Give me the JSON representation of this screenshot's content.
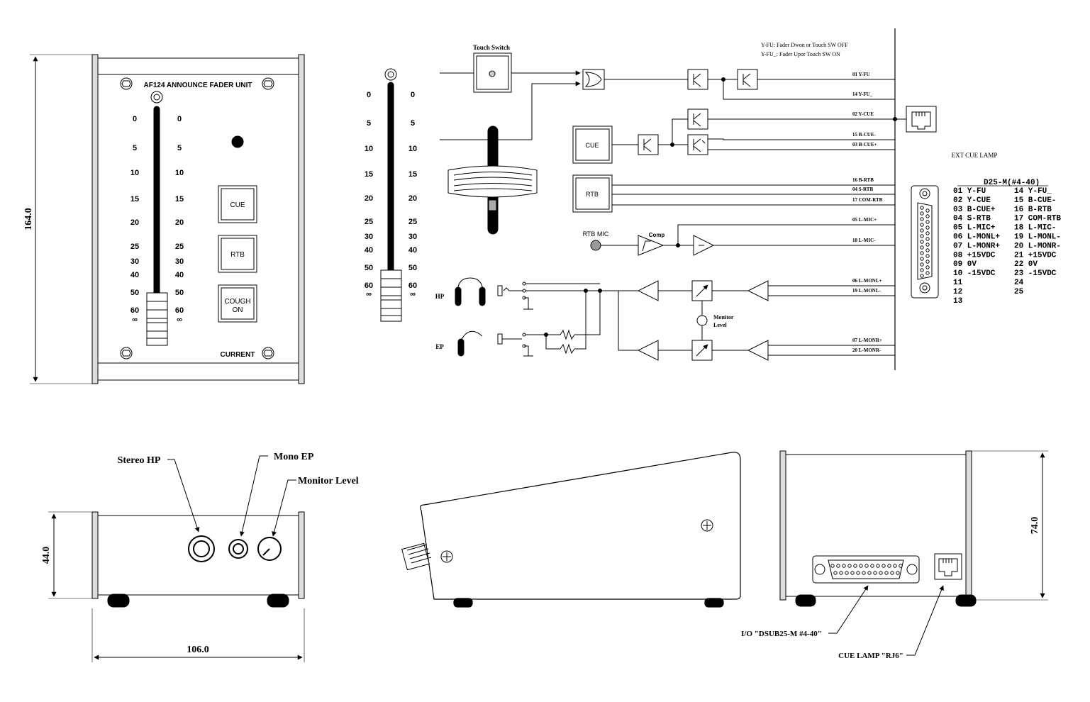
{
  "front_panel": {
    "title": "AF124 ANNOUNCE FADER UNIT",
    "scale_left": [
      "0",
      "5",
      "10",
      "15",
      "20",
      "25",
      "30",
      "40",
      "50",
      "60",
      "∞"
    ],
    "scale_right": [
      "0",
      "5",
      "10",
      "15",
      "20",
      "25",
      "30",
      "40",
      "50",
      "60",
      "∞"
    ],
    "buttons": [
      "CUE",
      "RTB",
      "COUGH ON"
    ],
    "current_label": "CURRENT",
    "dim_height": "164.0"
  },
  "schematic": {
    "touch_switch_label": "Touch Switch",
    "fader_scale_left": [
      "0",
      "5",
      "10",
      "15",
      "20",
      "25",
      "30",
      "40",
      "50",
      "60",
      "∞"
    ],
    "fader_scale_right": [
      "0",
      "5",
      "10",
      "15",
      "20",
      "25",
      "30",
      "40",
      "50",
      "60",
      "∞"
    ],
    "notes": [
      "Y-FU: Fader Dwon or Touch SW OFF",
      "Y-FU_: Fader Upor Touch SW ON"
    ],
    "cue_label": "CUE",
    "rtb_label": "RTB",
    "rtb_mic_label": "RTB MIC",
    "comp_label": "Comp",
    "hp_label": "HP",
    "ep_label": "EP",
    "monitor_level_label": [
      "Monitor",
      "Level"
    ],
    "ext_cue_lamp_label": "EXT CUE LAMP",
    "signals": [
      "01 Y-FU",
      "14 Y-FU_",
      "02 Y-CUE",
      "15 B-CUE-",
      "03 B-CUE+",
      "16 B-RTB",
      "04 S-RTB",
      "17 COM-RTB",
      "05 L-MIC+",
      "18 L-MIC-",
      "06 L-MONL+",
      "19 L-MONL-",
      "07 L-MONR+",
      "20 L-MONR-"
    ]
  },
  "pinout": {
    "title": "D25-M(#4-40)",
    "left_col": [
      "01 Y-FU",
      "02 Y-CUE",
      "03 B-CUE+",
      "04 S-RTB",
      "05 L-MIC+",
      "06 L-MONL+",
      "07 L-MONR+",
      "08 +15VDC",
      "09 0V",
      "10 -15VDC",
      "11",
      "12",
      "13"
    ],
    "right_col": [
      "14 Y-FU_",
      "15 B-CUE-",
      "16 B-RTB",
      "17 COM-RTB",
      "18 L-MIC-",
      "19 L-MONL-",
      "20 L-MONR-",
      "21 +15VDC",
      "22 0V",
      "23 -15VDC",
      "24",
      "25"
    ]
  },
  "front_view": {
    "callouts": [
      "Stereo HP",
      "Mono EP",
      "Monitor Level"
    ],
    "dim_height": "44.0",
    "dim_width": "106.0"
  },
  "rear_view": {
    "callouts": [
      "I/O \"DSUB25-M #4-40\"",
      "CUE LAMP \"RJ6\""
    ],
    "dim_height": "74.0"
  }
}
